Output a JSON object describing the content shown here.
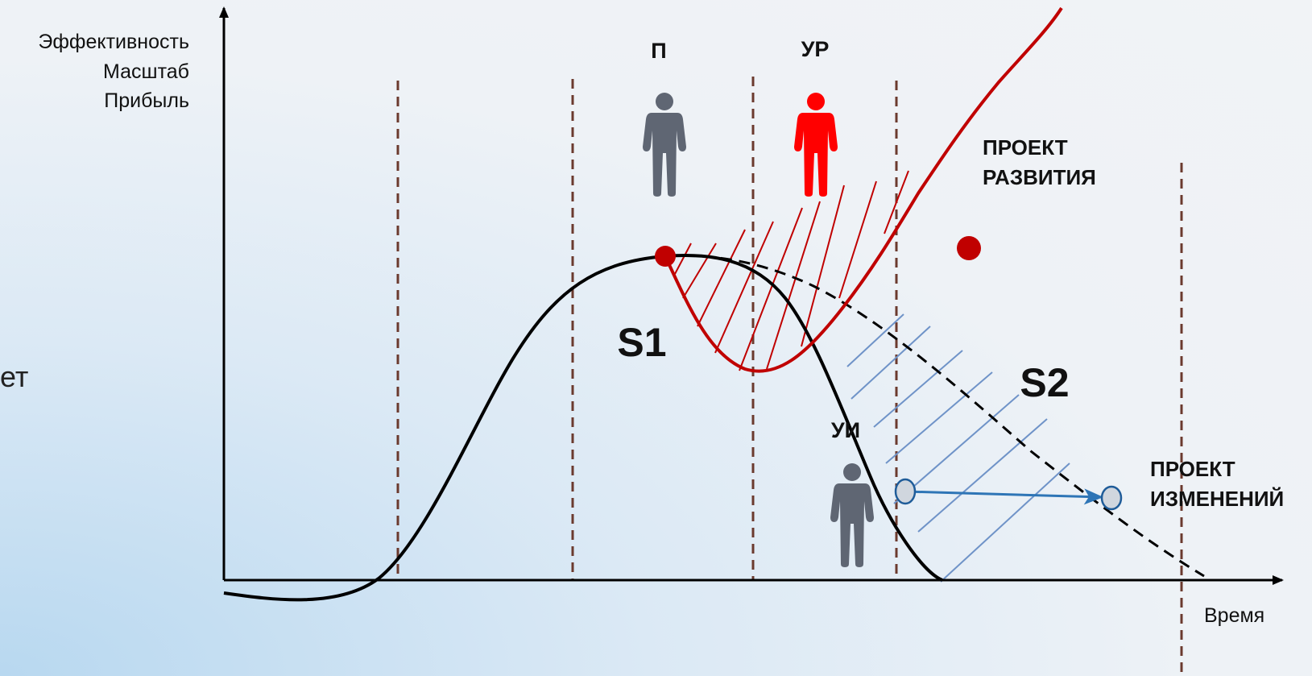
{
  "y_axis_labels": [
    "Эффективность",
    "Масштаб",
    "Прибыль"
  ],
  "x_axis_label": "Время",
  "side_text": "ет",
  "phase_labels": {
    "p": "П",
    "ur": "УР",
    "ui": "УИ"
  },
  "curve_labels": {
    "s1": "S1",
    "s2": "S2"
  },
  "project_development": [
    "ПРОЕКТ",
    "РАЗВИТИЯ"
  ],
  "project_changes": [
    "ПРОЕКТ",
    "ИЗМЕНЕНИЙ"
  ],
  "colors": {
    "red_accent": "#c00000",
    "person_red": "#ff0000",
    "person_gray": "#5f6673",
    "blue_arrow": "#2e75b6",
    "blue_hatch": "#6f93c8",
    "divider": "#6b3a2e",
    "node_fill": "#d0d6de"
  },
  "icons": [
    "person-icon-gray",
    "person-icon-red",
    "person-icon-gray"
  ]
}
